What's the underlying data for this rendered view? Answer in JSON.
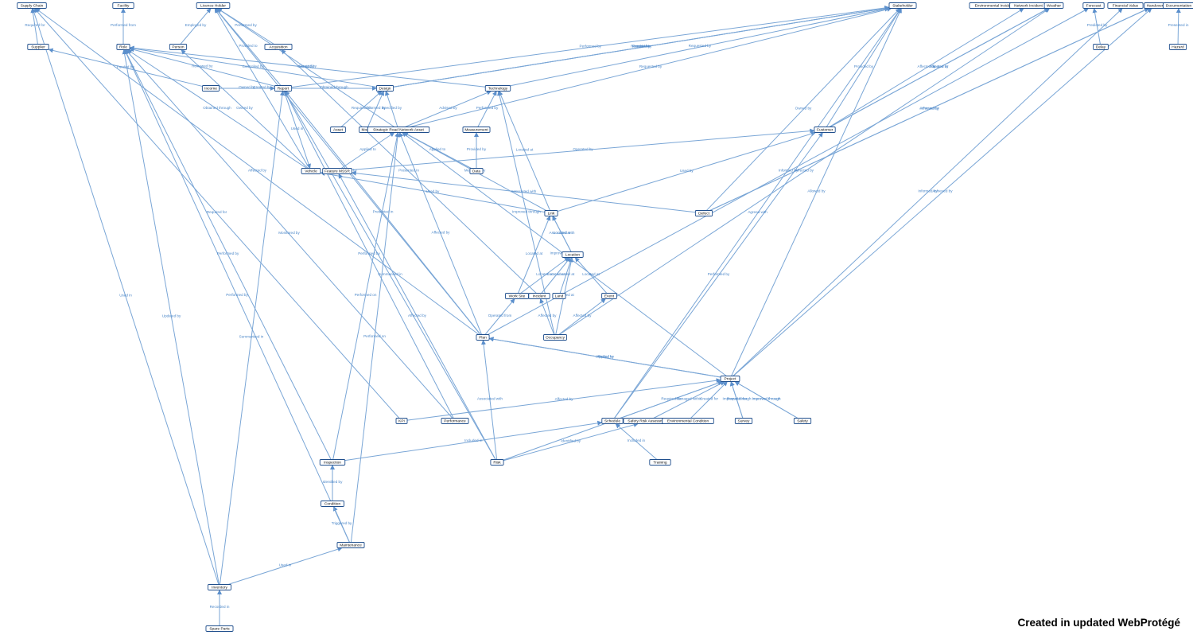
{
  "footer": "Created in updated WebProtégé",
  "colors": {
    "edge": "#7aa6d6",
    "edge_label": "#4a86c8",
    "node_border": "#1f4e8c",
    "background": "#ffffff"
  },
  "nodes": [
    {
      "id": "supply_chain",
      "label": "Supply Chain"
    },
    {
      "id": "facility",
      "label": "Facility"
    },
    {
      "id": "licence_holder",
      "label": "Licence Holder"
    },
    {
      "id": "stakeholder",
      "label": "Stakeholder"
    },
    {
      "id": "env_incident",
      "label": "Environmental Incident"
    },
    {
      "id": "network_incident",
      "label": "Network Incident"
    },
    {
      "id": "weather",
      "label": "Weather"
    },
    {
      "id": "forecast",
      "label": "Forecast"
    },
    {
      "id": "financial_value",
      "label": "Financial Value"
    },
    {
      "id": "handover",
      "label": "Handover"
    },
    {
      "id": "documentation",
      "label": "Documentation"
    },
    {
      "id": "supplier",
      "label": "Supplier"
    },
    {
      "id": "role",
      "label": "Role"
    },
    {
      "id": "person",
      "label": "Person"
    },
    {
      "id": "acquisition",
      "label": "Acquisition"
    },
    {
      "id": "delay",
      "label": "Delay"
    },
    {
      "id": "hazard",
      "label": "Hazard"
    },
    {
      "id": "income",
      "label": "Income"
    },
    {
      "id": "report",
      "label": "Report"
    },
    {
      "id": "design",
      "label": "Design"
    },
    {
      "id": "technology",
      "label": "Technology"
    },
    {
      "id": "asset",
      "label": "Asset"
    },
    {
      "id": "model",
      "label": "Model"
    },
    {
      "id": "srn_asset",
      "label": "Strategic Road Network Asset"
    },
    {
      "id": "measurement",
      "label": "Measurement"
    },
    {
      "id": "customer",
      "label": "Customer"
    },
    {
      "id": "vehicle",
      "label": "Vehicle"
    },
    {
      "id": "feature_mssr",
      "label": "Feature MSSR"
    },
    {
      "id": "data",
      "label": "Data"
    },
    {
      "id": "defect",
      "label": "Defect"
    },
    {
      "id": "link",
      "label": "Link"
    },
    {
      "id": "location",
      "label": "Location"
    },
    {
      "id": "work_site",
      "label": "Work Site"
    },
    {
      "id": "incident",
      "label": "Incident"
    },
    {
      "id": "land",
      "label": "Land"
    },
    {
      "id": "event",
      "label": "Event"
    },
    {
      "id": "plan",
      "label": "Plan"
    },
    {
      "id": "occupancy",
      "label": "Occupancy"
    },
    {
      "id": "project",
      "label": "Project"
    },
    {
      "id": "kpi",
      "label": "KPI"
    },
    {
      "id": "performance",
      "label": "Performance"
    },
    {
      "id": "schedule",
      "label": "Schedule"
    },
    {
      "id": "safety_risk_assessment",
      "label": "Safety Risk Assessment"
    },
    {
      "id": "environmental_condition",
      "label": "Environmental Condition"
    },
    {
      "id": "survey",
      "label": "Survey"
    },
    {
      "id": "safety",
      "label": "Safety"
    },
    {
      "id": "inspection",
      "label": "Inspection"
    },
    {
      "id": "risk",
      "label": "Risk"
    },
    {
      "id": "training",
      "label": "Training"
    },
    {
      "id": "condition",
      "label": "Condition"
    },
    {
      "id": "maintenance",
      "label": "Maintenance"
    },
    {
      "id": "inventory",
      "label": "Inventory"
    },
    {
      "id": "spare_parts",
      "label": "Spare Parts"
    }
  ],
  "edges": [
    {
      "from": "supplier",
      "to": "supply_chain",
      "label": "Required for"
    },
    {
      "from": "role",
      "to": "facility",
      "label": "Performed from"
    },
    {
      "from": "person",
      "to": "licence_holder",
      "label": "Employed by"
    },
    {
      "from": "acquisition",
      "to": "licence_holder",
      "label": "Performed by"
    },
    {
      "from": "report",
      "to": "licence_holder",
      "label": "Provided to"
    },
    {
      "from": "income",
      "to": "supplier",
      "label": "Funded by"
    },
    {
      "from": "report",
      "to": "role",
      "label": "Reviewed by"
    },
    {
      "from": "design",
      "to": "role",
      "label": "Controlled by"
    },
    {
      "from": "technology",
      "to": "role",
      "label": "Created by"
    },
    {
      "from": "report",
      "to": "stakeholder",
      "label": "Performed by"
    },
    {
      "from": "technology",
      "to": "stakeholder",
      "label": "Requested by"
    },
    {
      "from": "design",
      "to": "stakeholder",
      "label": "Provided to"
    },
    {
      "from": "design",
      "to": "stakeholder",
      "label": "Funded by"
    },
    {
      "from": "design",
      "to": "stakeholder",
      "label": "Reviewed by"
    },
    {
      "from": "delay",
      "to": "forecast",
      "label": "Predicted by"
    },
    {
      "from": "hazard",
      "to": "documentation",
      "label": "Presented in"
    },
    {
      "from": "income",
      "to": "report",
      "label": "Owned by"
    },
    {
      "from": "report",
      "to": "design",
      "label": "Obtained through"
    },
    {
      "from": "srn_asset",
      "to": "stakeholder",
      "label": "Requested by"
    },
    {
      "from": "srn_asset",
      "to": "licence_holder",
      "label": "Owned by"
    },
    {
      "from": "customer",
      "to": "weather",
      "label": "Affected by"
    },
    {
      "from": "customer",
      "to": "network_incident",
      "label": "Affected by"
    },
    {
      "from": "asset",
      "to": "design",
      "label": "Required for"
    },
    {
      "from": "model",
      "to": "design",
      "label": "Informed by"
    },
    {
      "from": "srn_asset",
      "to": "design",
      "label": "Specified by"
    },
    {
      "from": "srn_asset",
      "to": "technology",
      "label": "Advised by"
    },
    {
      "from": "measurement",
      "to": "technology",
      "label": "Performed by"
    },
    {
      "from": "customer",
      "to": "stakeholder",
      "label": "Provided by"
    },
    {
      "from": "customer",
      "to": "weather",
      "label": "Located at"
    },
    {
      "from": "report",
      "to": "vehicle",
      "label": "Used in"
    },
    {
      "from": "vehicle",
      "to": "person",
      "label": "Owned by"
    },
    {
      "from": "feature_mssr",
      "to": "srn_asset",
      "label": "Applied to"
    },
    {
      "from": "data",
      "to": "measurement",
      "label": "Provided by"
    },
    {
      "from": "data",
      "to": "srn_asset",
      "label": "Applied to"
    },
    {
      "from": "feature_mssr",
      "to": "customer",
      "label": "Operated by"
    },
    {
      "from": "vehicle",
      "to": "licence_holder",
      "label": "Created by"
    },
    {
      "from": "vehicle",
      "to": "role",
      "label": "Obtained through"
    },
    {
      "from": "link",
      "to": "technology",
      "label": "Located at"
    },
    {
      "from": "link",
      "to": "customer",
      "label": "Used by"
    },
    {
      "from": "defect",
      "to": "stakeholder",
      "label": "Owned by"
    },
    {
      "from": "defect",
      "to": "handover",
      "label": "Affected by"
    },
    {
      "from": "defect",
      "to": "handover",
      "label": "Achieved by"
    },
    {
      "from": "link",
      "to": "vehicle",
      "label": "Used by"
    },
    {
      "from": "defect",
      "to": "feature_mssr",
      "label": "Associated with"
    },
    {
      "from": "link",
      "to": "srn_asset",
      "label": "Measured by"
    },
    {
      "from": "location",
      "to": "link",
      "label": "Associated with"
    },
    {
      "from": "location",
      "to": "link",
      "label": "Located at"
    },
    {
      "from": "work_site",
      "to": "link",
      "label": "Located at"
    },
    {
      "from": "work_site",
      "to": "location",
      "label": "Located at"
    },
    {
      "from": "incident",
      "to": "location",
      "label": "Located at"
    },
    {
      "from": "land",
      "to": "location",
      "label": "Located at"
    },
    {
      "from": "event",
      "to": "location",
      "label": "Located at"
    },
    {
      "from": "incident",
      "to": "acquisition",
      "label": "Presented in"
    },
    {
      "from": "occupancy",
      "to": "location",
      "label": "Measured at"
    },
    {
      "from": "occupancy",
      "to": "incident",
      "label": "Affected by"
    },
    {
      "from": "occupancy",
      "to": "event",
      "label": "Affected by"
    },
    {
      "from": "occupancy",
      "to": "technology",
      "label": "Improved through"
    },
    {
      "from": "occupancy",
      "to": "weather",
      "label": "Affected by"
    },
    {
      "from": "plan",
      "to": "supply_chain",
      "label": "Affected by"
    },
    {
      "from": "plan",
      "to": "work_site",
      "label": "Operated from"
    },
    {
      "from": "plan",
      "to": "srn_asset",
      "label": "Affected by"
    },
    {
      "from": "plan",
      "to": "report",
      "label": "Presented in"
    },
    {
      "from": "plan",
      "to": "licence_holder",
      "label": "Created by"
    },
    {
      "from": "plan",
      "to": "forecast",
      "label": "Informed by"
    },
    {
      "from": "project",
      "to": "plan",
      "label": "Affected by"
    },
    {
      "from": "project",
      "to": "plan",
      "label": "Applied to"
    },
    {
      "from": "project",
      "to": "stakeholder",
      "label": "Allowed by"
    },
    {
      "from": "project",
      "to": "financial_value",
      "label": "Informed by"
    },
    {
      "from": "project",
      "to": "srn_asset",
      "label": "Improved through"
    },
    {
      "from": "project",
      "to": "handover",
      "label": "Achieved by"
    },
    {
      "from": "schedule",
      "to": "project",
      "label": "Required for"
    },
    {
      "from": "safety_risk_assessment",
      "to": "project",
      "label": "Managed within"
    },
    {
      "from": "environmental_condition",
      "to": "project",
      "label": "Created for"
    },
    {
      "from": "survey",
      "to": "project",
      "label": "Required for"
    },
    {
      "from": "survey",
      "to": "project",
      "label": "Improved through"
    },
    {
      "from": "safety",
      "to": "project",
      "label": "Improved through"
    },
    {
      "from": "safety",
      "to": "project",
      "label": "Improved through"
    },
    {
      "from": "risk",
      "to": "project",
      "label": "Affected by"
    },
    {
      "from": "kpi",
      "to": "supply_chain",
      "label": "Required for"
    },
    {
      "from": "kpi",
      "to": "project",
      "label": "Affected by"
    },
    {
      "from": "performance",
      "to": "role",
      "label": "Monitored by"
    },
    {
      "from": "performance",
      "to": "report",
      "label": "Performed by"
    },
    {
      "from": "schedule",
      "to": "stakeholder",
      "label": "Agreed with"
    },
    {
      "from": "schedule",
      "to": "customer",
      "label": "Performed by"
    },
    {
      "from": "inspection",
      "to": "schedule",
      "label": "Included in"
    },
    {
      "from": "inspection",
      "to": "role",
      "label": "Performed by"
    },
    {
      "from": "inspection",
      "to": "srn_asset",
      "label": "Performed on"
    },
    {
      "from": "risk",
      "to": "plan",
      "label": "Associated with"
    },
    {
      "from": "risk",
      "to": "safety_risk_assessment",
      "label": "Identified by"
    },
    {
      "from": "risk",
      "to": "feature_mssr",
      "label": "Affected by"
    },
    {
      "from": "risk",
      "to": "report",
      "label": "Summarised in"
    },
    {
      "from": "training",
      "to": "schedule",
      "label": "Included in"
    },
    {
      "from": "condition",
      "to": "inspection",
      "label": "Identified by"
    },
    {
      "from": "maintenance",
      "to": "condition",
      "label": "Triggered by"
    },
    {
      "from": "maintenance",
      "to": "role",
      "label": "Performed by"
    },
    {
      "from": "maintenance",
      "to": "srn_asset",
      "label": "Performed on"
    },
    {
      "from": "inventory",
      "to": "maintenance",
      "label": "Used in"
    },
    {
      "from": "inventory",
      "to": "supply_chain",
      "label": "Used in"
    },
    {
      "from": "inventory",
      "to": "role",
      "label": "Updated by"
    },
    {
      "from": "inventory",
      "to": "report",
      "label": "Summarised in"
    },
    {
      "from": "spare_parts",
      "to": "inventory",
      "label": "Recorded in"
    }
  ]
}
